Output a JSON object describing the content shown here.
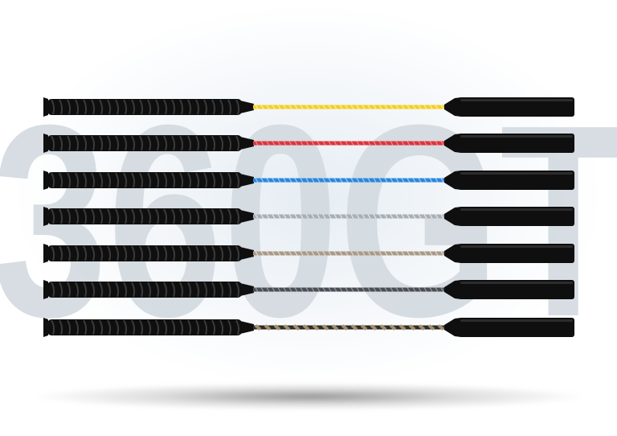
{
  "background_text": "360GT",
  "colors": {
    "handle": "#0f0f0f",
    "handle_wrap": "#2a2a2a",
    "background_text": "#cfd6dc",
    "shadow": "#555555"
  },
  "whips": [
    {
      "name": "yellow-whip",
      "shaft_color": "#f2cf2a",
      "shaft_stripe": "#fff2a0"
    },
    {
      "name": "red-whip",
      "shaft_color": "#d9353f",
      "shaft_stripe": "#ff8a90"
    },
    {
      "name": "blue-whip",
      "shaft_color": "#2b86d8",
      "shaft_stripe": "#9fd0ff"
    },
    {
      "name": "silver-whip",
      "shaft_color": "#a9aeb3",
      "shaft_stripe": "#e8ecef"
    },
    {
      "name": "bronze-whip",
      "shaft_color": "#a89a88",
      "shaft_stripe": "#e4dccf"
    },
    {
      "name": "graphite-whip",
      "shaft_color": "#4a4d52",
      "shaft_stripe": "#9aa0a6"
    },
    {
      "name": "camo-whip",
      "shaft_color": "#2e2b26",
      "shaft_stripe": "#b59e78"
    }
  ]
}
